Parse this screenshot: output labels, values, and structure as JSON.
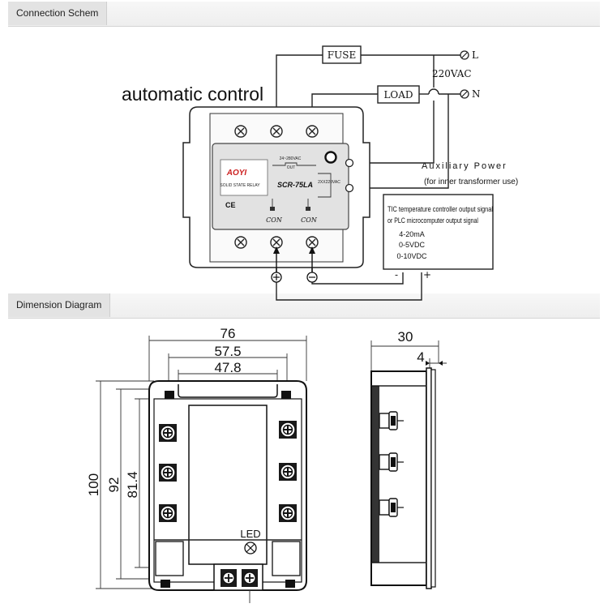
{
  "sections": {
    "connection": {
      "title": "Connection Schem"
    },
    "dimension": {
      "title": "Dimension Diagram"
    }
  },
  "connection": {
    "fuse_label": "FUSE",
    "load_label": "LOAD",
    "terminal_l": "L",
    "terminal_n": "N",
    "supply": "220VAC",
    "automatic_control": "automatic control",
    "aux_power": "Auxiliary Power",
    "aux_note": "(for inner transformer use)",
    "relay": {
      "brand": "AOYI",
      "type_text": "SOLID STATE RELAY",
      "model": "SCR-75LA",
      "voltage_top": "24~280VAC",
      "out_label": "OUT",
      "voltage_side": "2XX220VAC",
      "ce": "CE",
      "con_left": "CON",
      "con_right": "CON"
    },
    "signal_box": {
      "line1": "TIC temperature controller output signal",
      "line2": "or PLC microcomputer output signal",
      "line3": "4-20mA",
      "line4": "0-5VDC",
      "line5": "0-10VDC",
      "minus": "-",
      "plus": "+"
    }
  },
  "dimensions": {
    "width_total": "76",
    "width_mid": "57.5",
    "width_inner": "47.8",
    "height_total": "100",
    "height_mid": "92",
    "height_inner": "81.4",
    "depth": "30",
    "depth_small": "4",
    "led": "LED"
  }
}
